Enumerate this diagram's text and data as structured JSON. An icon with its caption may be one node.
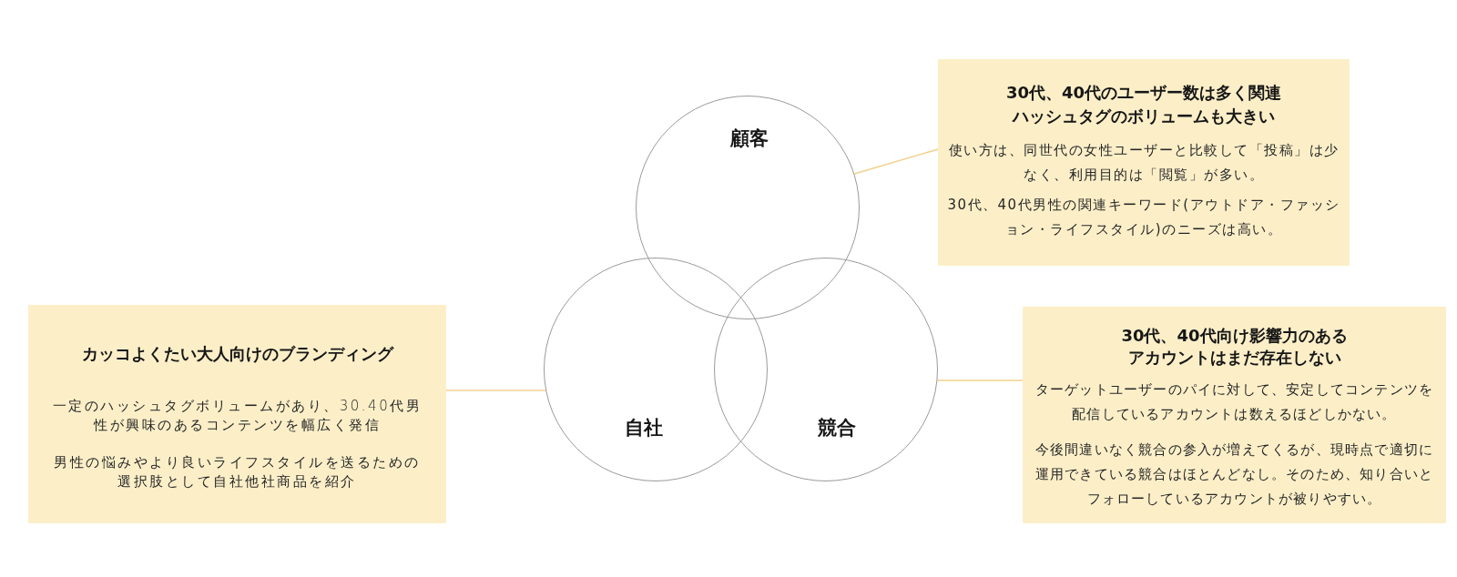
{
  "diagram": {
    "nodes": [
      {
        "text": [
          "顧客"
        ]
      },
      {
        "text": [
          "自社"
        ]
      },
      {
        "text": [
          "競合"
        ]
      },
      {
        "text": [
          "30代、40代のユーザー数は多く関連ハッシュタグのボリュームも大きい",
          "使い方は、同世代の女性ユーザーと比較して「投稿」は少なく、利用目的は「閲覧」が多い。",
          "30代、40代男性の関連キーワード(アウトドア・ファッション・ライフスタイル)のニーズは高い。"
        ]
      },
      {
        "text": [
          "カッコよくたい大人向けのブランディング",
          "一定のハッシュタグボリュームがあり、30.40代男性が興味のあるコンテンツを幅広く発信",
          "男性の悩みやより良いライフスタイルを送るための選択肢として自社他社商品を紹介"
        ]
      },
      {
        "text": [
          "30代、40代向け影響力のあるアカウントはまだ存在しない",
          "ターゲットユーザーのパイに対して、安定してコンテンツを配信しているアカウントは数えるほどしかない。",
          "今後間違いなく競合の参入が増えてくるが、現時点で適切に運用できている競合はほとんどなし。そのため、知り合いとフォローしているアカウントが被りやすい。"
        ]
      }
    ],
    "edges": [
      {
        "from": 3,
        "to": 0,
        "arrow": "none"
      },
      {
        "from": 4,
        "to": 1,
        "arrow": "none"
      },
      {
        "from": 5,
        "to": 2,
        "arrow": "none"
      }
    ]
  }
}
